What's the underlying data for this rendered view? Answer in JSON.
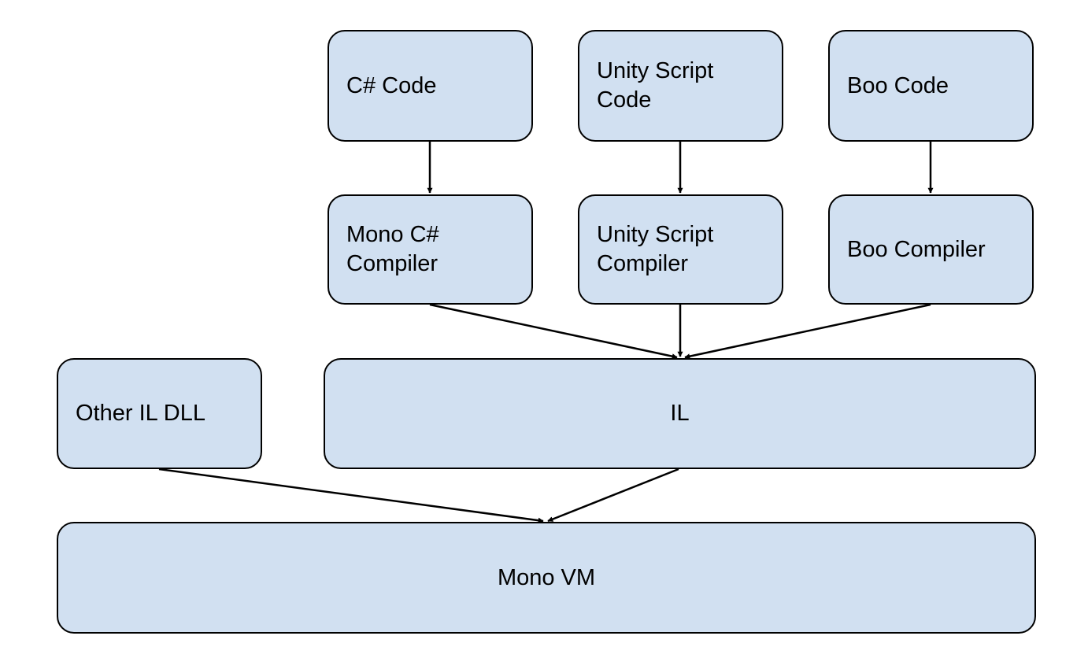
{
  "nodes": {
    "csharp_code": "C# Code",
    "unity_script_code": "Unity Script\nCode",
    "boo_code": "Boo Code",
    "mono_csharp_compiler": "Mono C#\nCompiler",
    "unity_script_compiler": "Unity Script\nCompiler",
    "boo_compiler": "Boo Compiler",
    "other_il_dll": "Other IL DLL",
    "il": "IL",
    "mono_vm": "Mono VM"
  },
  "edges": [
    [
      "csharp_code",
      "mono_csharp_compiler"
    ],
    [
      "unity_script_code",
      "unity_script_compiler"
    ],
    [
      "boo_code",
      "boo_compiler"
    ],
    [
      "mono_csharp_compiler",
      "il"
    ],
    [
      "unity_script_compiler",
      "il"
    ],
    [
      "boo_compiler",
      "il"
    ],
    [
      "other_il_dll",
      "mono_vm"
    ],
    [
      "il",
      "mono_vm"
    ]
  ],
  "colors": {
    "node_fill": "#d1e0f1",
    "stroke": "#000000"
  }
}
